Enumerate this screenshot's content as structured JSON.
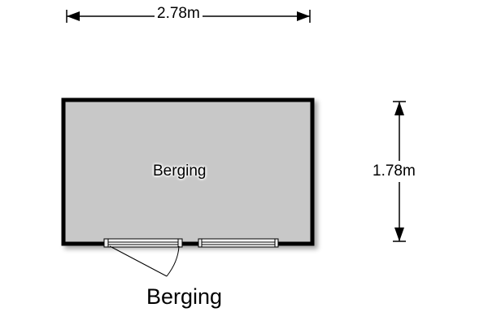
{
  "dimensions": {
    "width": "2.78m",
    "height": "1.78m"
  },
  "room": {
    "label": "Berging"
  },
  "caption": "Berging"
}
